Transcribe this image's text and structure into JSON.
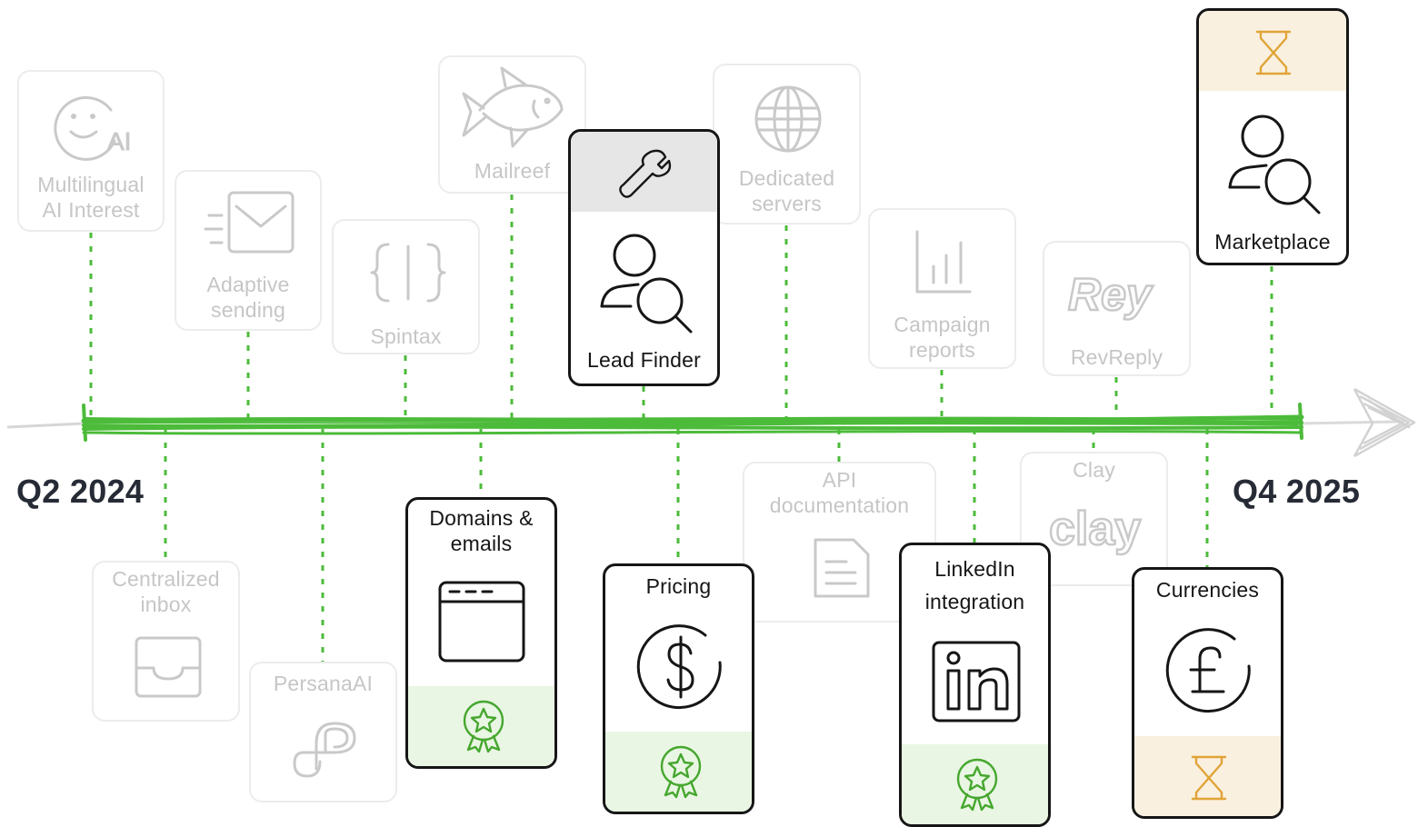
{
  "timeline": {
    "start_label": "Q2 2024",
    "end_label": "Q4 2025",
    "line_color": "#4cbb3a"
  },
  "past": {
    "multilingual": "Multilingual AI Interest",
    "adaptive": "Adaptive sending",
    "spintax": "Spintax",
    "mailreef": "Mailreef",
    "dedicated": "Dedicated servers",
    "campaign": "Campaign reports",
    "revreply": "RevReply",
    "centralized": "Centralized inbox",
    "persana": "PersanaAI",
    "api": "API documentation",
    "clay": "Clay"
  },
  "highlight": {
    "lead_finder": "Lead Finder",
    "marketplace": "Marketplace",
    "domains": "Domains & emails",
    "pricing": "Pricing",
    "linkedin": "LinkedIn integration",
    "currencies": "Currencies"
  },
  "icons": {
    "ai_face": "ai-face-icon",
    "envelope": "envelope-icon",
    "braces": "braces-icon",
    "fish": "fish-icon",
    "wrench": "wrench-icon",
    "user_search": "user-search-icon",
    "globe": "globe-icon",
    "bar_chart": "bar-chart-icon",
    "rev_logo": "revreply-logo",
    "inbox": "inbox-icon",
    "persana_logo": "persana-logo",
    "document": "document-icon",
    "clay_logo": "clay-logo",
    "browser": "browser-window-icon",
    "dollar": "dollar-icon",
    "linkedin": "linkedin-icon",
    "pound": "pound-icon",
    "badge": "award-badge-icon",
    "hourglass": "hourglass-icon"
  },
  "colors": {
    "done_band": "#e9f6e3",
    "soon_band": "#faf0df",
    "tool_band": "#e6e6e6",
    "badge": "#46a72f",
    "hourglass": "#e0a437"
  }
}
